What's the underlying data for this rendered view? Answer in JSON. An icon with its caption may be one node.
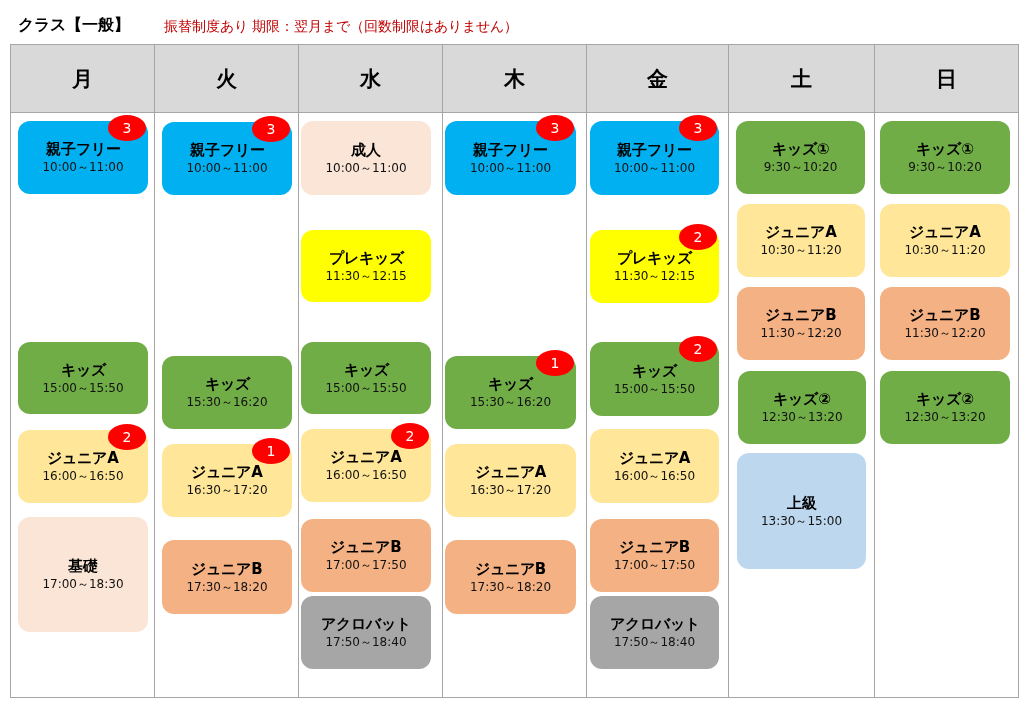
{
  "diagram": {
    "title": "クラス【一般】",
    "nodes": [
      {
        "text": [
          "月"
        ]
      },
      {
        "text": [
          "火"
        ]
      },
      {
        "text": [
          "水"
        ]
      },
      {
        "text": [
          "木"
        ]
      },
      {
        "text": [
          "金"
        ]
      },
      {
        "text": [
          "土"
        ]
      },
      {
        "text": [
          "日"
        ]
      },
      {
        "text": [
          "3",
          "親子フリー",
          "10:00～11:00"
        ],
        "in": 0
      },
      {
        "text": [
          "キッズ",
          "15:00～15:50"
        ],
        "in": 0
      },
      {
        "text": [
          "2",
          "ジュニアA",
          "16:00～16:50"
        ],
        "in": 0
      },
      {
        "text": [
          "基礎",
          "17:00～18:30"
        ],
        "in": 0
      },
      {
        "text": [
          "3",
          "親子フリー",
          "10:00～11:00"
        ],
        "in": 1
      },
      {
        "text": [
          "キッズ",
          "15:30～16:20"
        ],
        "in": 1
      },
      {
        "text": [
          "1",
          "ジュニアA",
          "16:30～17:20"
        ],
        "in": 1
      },
      {
        "text": [
          "ジュニアB",
          "17:30～18:20"
        ],
        "in": 1
      },
      {
        "text": [
          "成人",
          "10:00～11:00"
        ],
        "in": 2
      },
      {
        "text": [
          "プレキッズ",
          "11:30～12:15"
        ],
        "in": 2
      },
      {
        "text": [
          "キッズ",
          "15:00～15:50"
        ],
        "in": 2
      },
      {
        "text": [
          "2",
          "ジュニアA",
          "16:00～16:50"
        ],
        "in": 2
      },
      {
        "text": [
          "ジュニアB",
          "17:00～17:50"
        ],
        "in": 2
      },
      {
        "text": [
          "アクロバット",
          "17:50～18:40"
        ],
        "in": 2
      },
      {
        "text": [
          "3",
          "親子フリー",
          "10:00～11:00"
        ],
        "in": 3
      },
      {
        "text": [
          "1",
          "キッズ",
          "15:30～16:20"
        ],
        "in": 3
      },
      {
        "text": [
          "ジュニアA",
          "16:30～17:20"
        ],
        "in": 3
      },
      {
        "text": [
          "ジュニアB",
          "17:30～18:20"
        ],
        "in": 3
      },
      {
        "text": [
          "3",
          "親子フリー",
          "10:00～11:00"
        ],
        "in": 4
      },
      {
        "text": [
          "2",
          "プレキッズ",
          "11:30～12:15"
        ],
        "in": 4
      },
      {
        "text": [
          "2",
          "キッズ",
          "15:00～15:50"
        ],
        "in": 4
      },
      {
        "text": [
          "ジュニアA",
          "16:00～16:50"
        ],
        "in": 4
      },
      {
        "text": [
          "ジュニアB",
          "17:00～17:50"
        ],
        "in": 4
      },
      {
        "text": [
          "アクロバット",
          "17:50～18:40"
        ],
        "in": 4
      },
      {
        "text": [
          "キッズ①",
          "9:30～10:20"
        ],
        "in": 5
      },
      {
        "text": [
          "ジュニアA",
          "10:30～11:20"
        ],
        "in": 5
      },
      {
        "text": [
          "ジュニアB",
          "11:30～12:20"
        ],
        "in": 5
      },
      {
        "text": [
          "キッズ②",
          "12:30～13:20"
        ],
        "in": 5
      },
      {
        "text": [
          "上級",
          "13:30～15:00"
        ],
        "in": 5
      },
      {
        "text": [
          "キッズ①",
          "9:30～10:20"
        ],
        "in": 6
      },
      {
        "text": [
          "ジュニアA",
          "10:30～11:20"
        ],
        "in": 6
      },
      {
        "text": [
          "ジュニアB",
          "11:30～12:20"
        ],
        "in": 6
      },
      {
        "text": [
          "キッズ②",
          "12:30～13:20"
        ],
        "in": 6
      }
    ],
    "labels": [
      "振替制度あり 期限：翌月まで（回数制限はありません）"
    ]
  }
}
